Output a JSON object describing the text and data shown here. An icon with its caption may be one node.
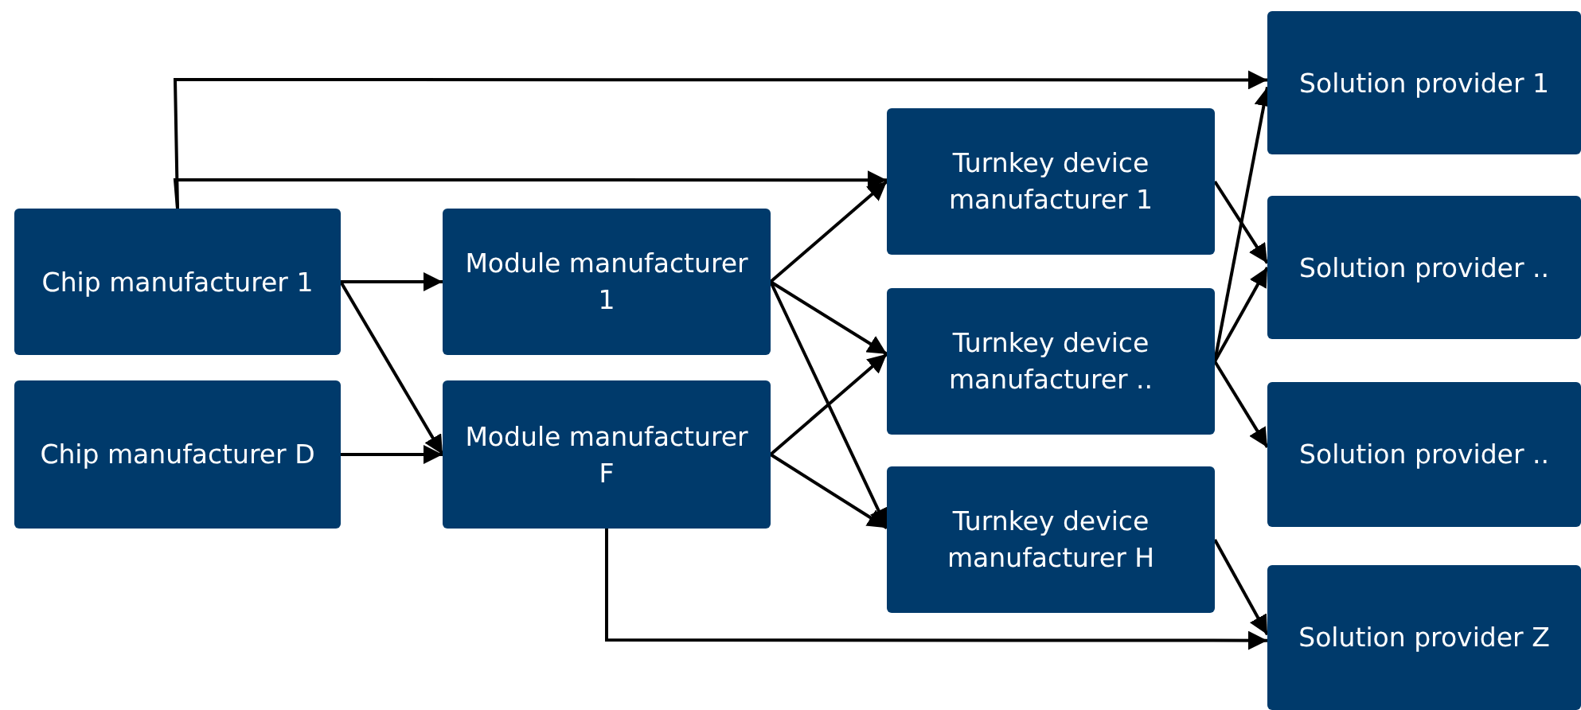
{
  "diagram": {
    "nodes": [
      {
        "text": [
          "Chip manufacturer 1"
        ]
      },
      {
        "text": [
          "Chip manufacturer D"
        ]
      },
      {
        "text": [
          "Module manufacturer 1"
        ]
      },
      {
        "text": [
          "Module manufacturer F"
        ]
      },
      {
        "text": [
          "Turnkey device manufacturer 1"
        ]
      },
      {
        "text": [
          "Turnkey device manufacturer .."
        ]
      },
      {
        "text": [
          "Turnkey device manufacturer H"
        ]
      },
      {
        "text": [
          "Solution provider 1"
        ]
      },
      {
        "text": [
          "Solution provider .."
        ]
      },
      {
        "text": [
          "Solution provider .."
        ]
      },
      {
        "text": [
          "Solution provider Z"
        ]
      }
    ],
    "edges": [
      {
        "from": 0,
        "to": 7,
        "arrow": "to"
      },
      {
        "from": 0,
        "to": 4,
        "arrow": "to"
      },
      {
        "from": 0,
        "to": 2,
        "arrow": "to"
      },
      {
        "from": 0,
        "to": 3,
        "arrow": "to"
      },
      {
        "from": 1,
        "to": 3,
        "arrow": "to"
      },
      {
        "from": 2,
        "to": 4,
        "arrow": "to"
      },
      {
        "from": 2,
        "to": 5,
        "arrow": "to"
      },
      {
        "from": 2,
        "to": 6,
        "arrow": "to"
      },
      {
        "from": 3,
        "to": 5,
        "arrow": "to"
      },
      {
        "from": 3,
        "to": 6,
        "arrow": "to"
      },
      {
        "from": 3,
        "to": 10,
        "arrow": "to"
      },
      {
        "from": 4,
        "to": 8,
        "arrow": "to"
      },
      {
        "from": 5,
        "to": 7,
        "arrow": "to"
      },
      {
        "from": 5,
        "to": 8,
        "arrow": "to"
      },
      {
        "from": 5,
        "to": 9,
        "arrow": "to"
      },
      {
        "from": 6,
        "to": 10,
        "arrow": "to"
      }
    ]
  }
}
